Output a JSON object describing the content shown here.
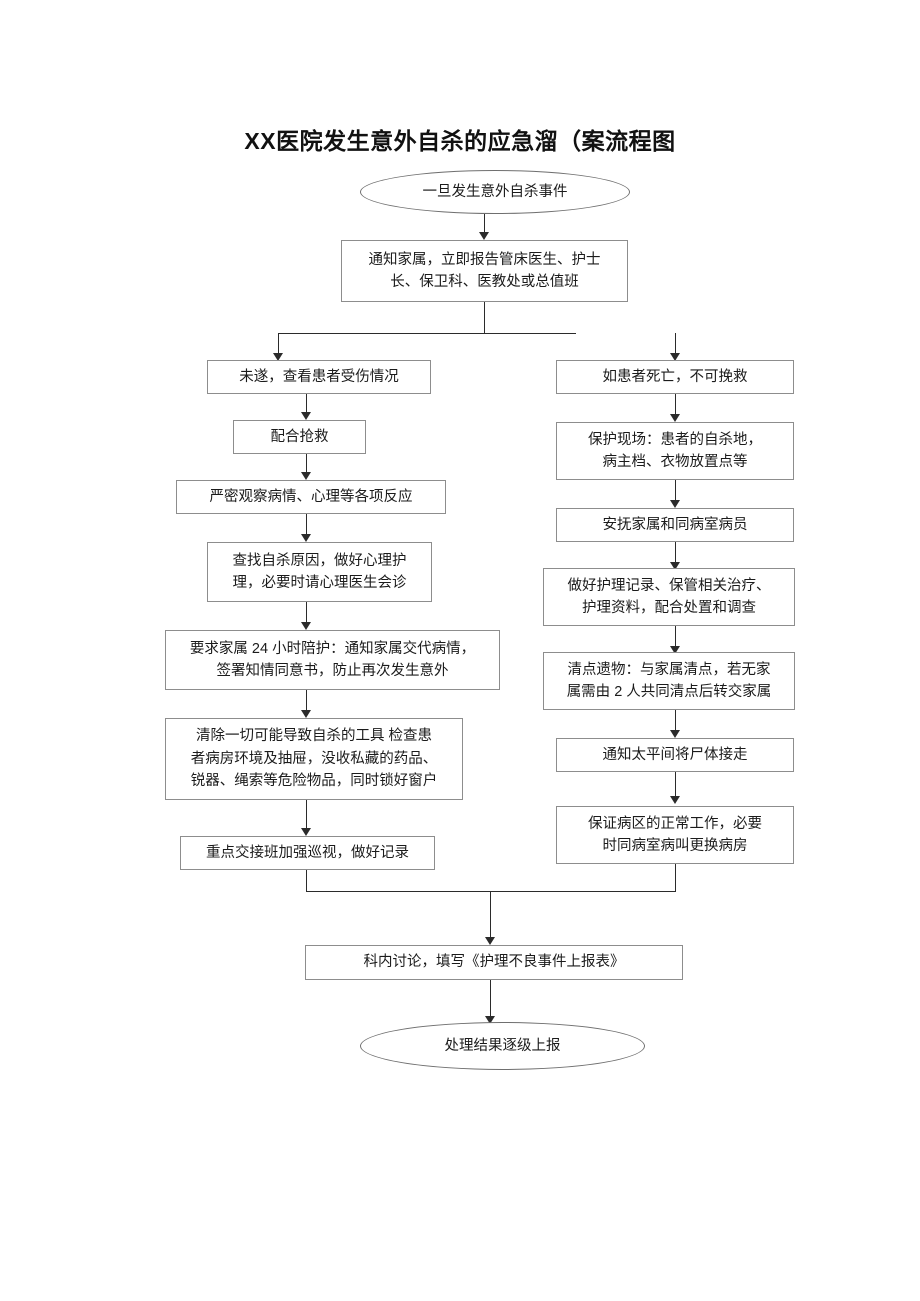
{
  "document": {
    "title": "XX医院发生意外自杀的应急溜（案流程图",
    "type": "flowchart",
    "language": "zh"
  },
  "flowchart": {
    "start": {
      "id": "start",
      "shape": "ellipse",
      "label": "一旦发生意外自杀事件"
    },
    "notify": {
      "id": "notify",
      "shape": "rect",
      "label": "通知家属，立即报告管床医生、护士\n长、保卫科、医教处或总值班"
    },
    "left_branch": [
      {
        "id": "l1",
        "shape": "rect",
        "label": "未遂，查看患者受伤情况"
      },
      {
        "id": "l2",
        "shape": "rect",
        "label": "配合抢救"
      },
      {
        "id": "l3",
        "shape": "rect",
        "label": "严密观察病情、心理等各项反应"
      },
      {
        "id": "l4",
        "shape": "rect",
        "label": "查找自杀原因，做好心理护\n理，必要时请心理医生会诊"
      },
      {
        "id": "l5",
        "shape": "rect",
        "label": "要求家属 24 小时陪护：通知家属交代病情，\n签署知情同意书，防止再次发生意外"
      },
      {
        "id": "l6",
        "shape": "rect",
        "label": "清除一切可能导致自杀的工具 检查患\n者病房环境及抽屉，没收私藏的药品、\n锐器、绳索等危险物品，同时锁好窗户"
      },
      {
        "id": "l7",
        "shape": "rect",
        "label": "重点交接班加强巡视，做好记录"
      }
    ],
    "right_branch": [
      {
        "id": "r1",
        "shape": "rect",
        "label": "如患者死亡，不可挽救"
      },
      {
        "id": "r2",
        "shape": "rect",
        "label": "保护现场：患者的自杀地，\n病主档、衣物放置点等"
      },
      {
        "id": "r3",
        "shape": "rect",
        "label": "安抚家属和同病室病员"
      },
      {
        "id": "r4",
        "shape": "rect",
        "label": "做好护理记录、保管相关治疗、\n护理资料，配合处置和调查"
      },
      {
        "id": "r5",
        "shape": "rect",
        "label": "清点遗物：与家属清点，若无家\n属需由 2 人共同清点后转交家属"
      },
      {
        "id": "r6",
        "shape": "rect",
        "label": "通知太平间将尸体接走"
      },
      {
        "id": "r7",
        "shape": "rect",
        "label": "保证病区的正常工作，必要\n时同病室病叫更换病房"
      }
    ],
    "merge": {
      "id": "m1",
      "shape": "rect",
      "label": "科内讨论，填写《护理不良事件上报表》"
    },
    "end": {
      "id": "end",
      "shape": "ellipse",
      "label": "处理结果逐级上报"
    }
  },
  "colors": {
    "page_background": "#ffffff",
    "box_border": "#8d8d8d",
    "terminator_border": "#6f6f6f",
    "connector": "#2b2b2b",
    "text": "#1b1b1b"
  }
}
